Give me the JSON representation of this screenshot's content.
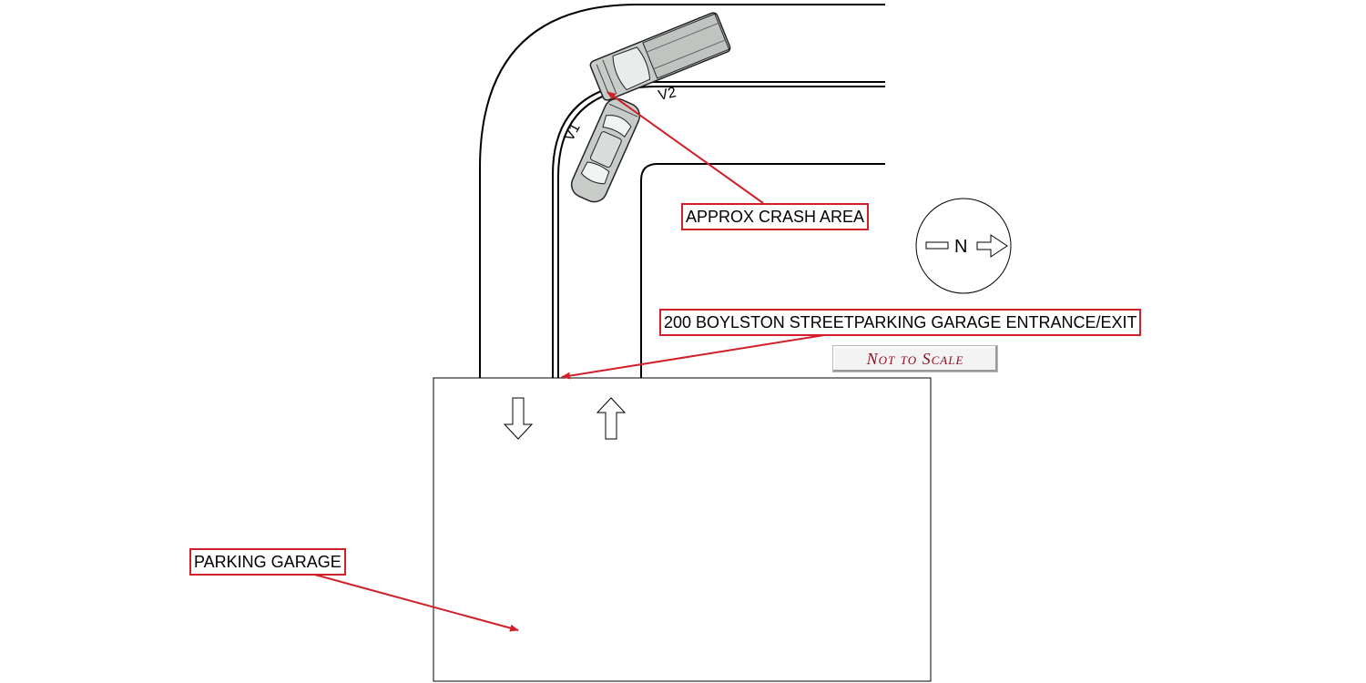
{
  "labels": {
    "crash_area": "APPROX CRASH AREA",
    "entrance": "200 BOYLSTON STREETPARKING GARAGE ENTRANCE/EXIT",
    "garage": "PARKING GARAGE"
  },
  "vehicles": {
    "v1": "V1",
    "v2": "V2"
  },
  "north_indicator": "N",
  "scale_note": "Not to Scale",
  "colors": {
    "callout": "#d0202a",
    "vehicle_fill": "#c7ccc9",
    "road_line": "#000000"
  }
}
